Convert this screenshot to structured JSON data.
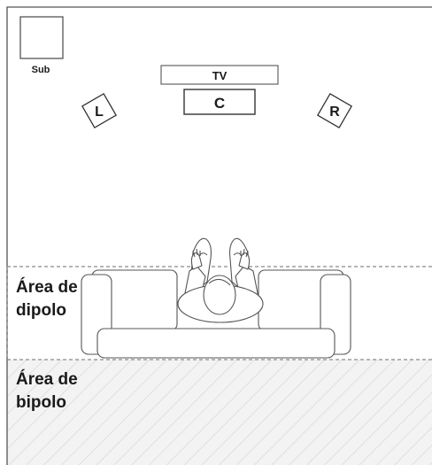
{
  "labels": {
    "sub": "Sub",
    "tv": "TV",
    "center": "C",
    "left": "L",
    "right": "R"
  },
  "zones": {
    "dipolo": "Área de\ndipolo",
    "bipolo": "Área de\nbipolo"
  },
  "colors": {
    "line": "#555555",
    "dashed": "#8a8a8a",
    "hatch_bg": "#f3f3f3",
    "hatch_line": "#d2d2d2"
  }
}
